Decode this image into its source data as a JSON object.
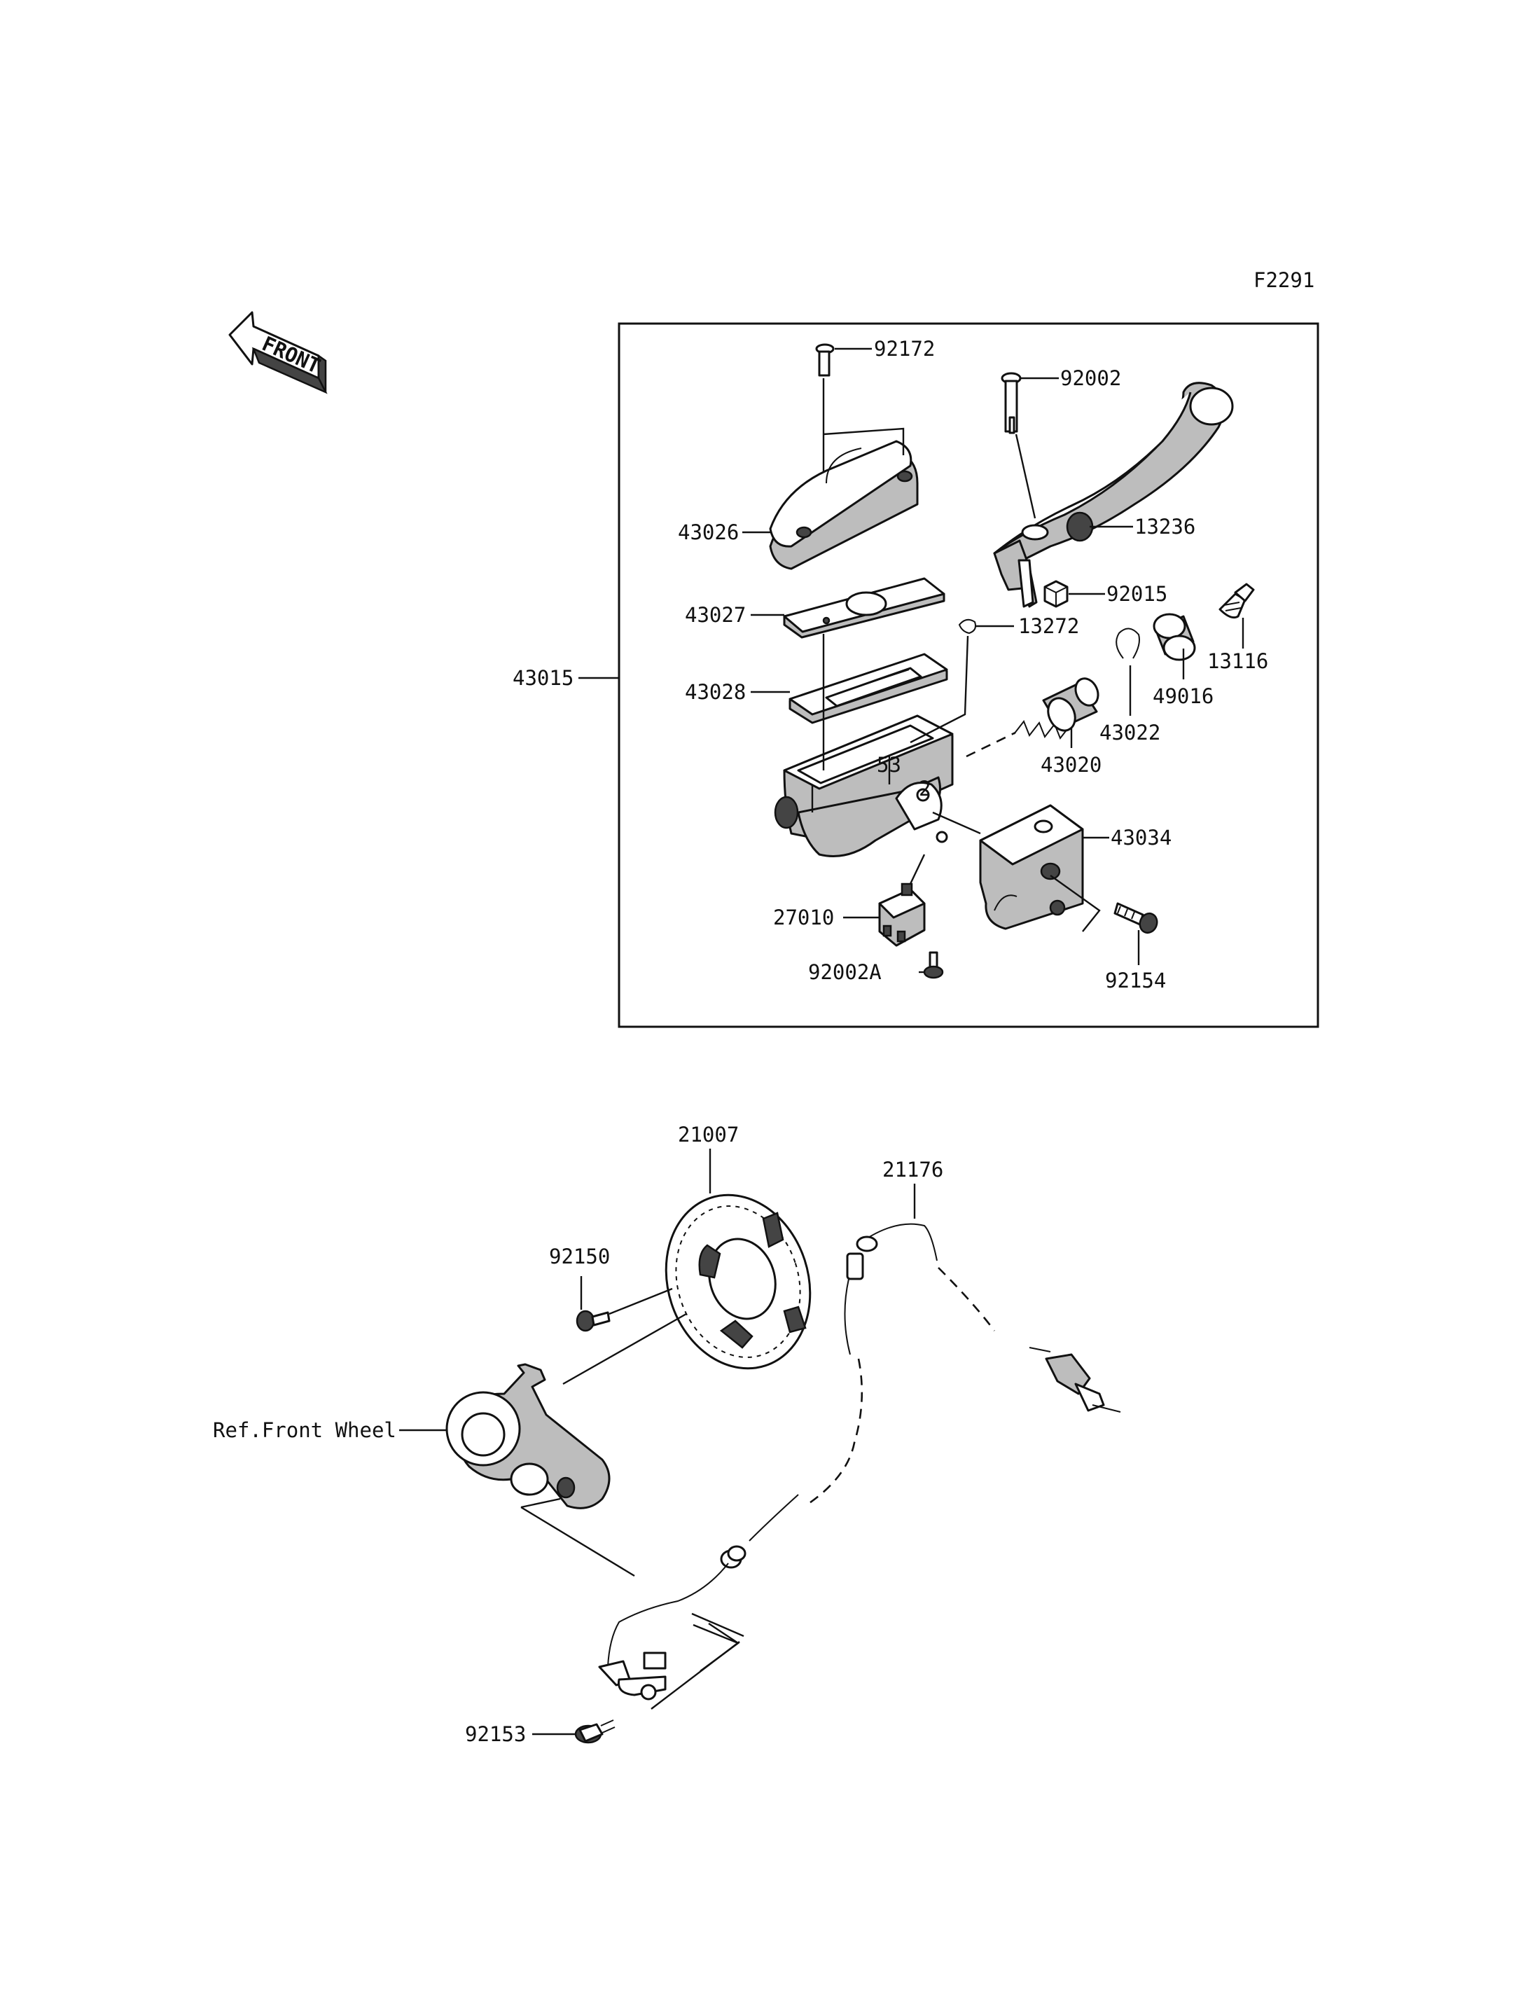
{
  "diagram_code": "F2291",
  "front_arrow_text": "FRONT",
  "labels": {
    "p92172": "92172",
    "p92002": "92002",
    "p43026": "43026",
    "p13236": "13236",
    "p43027": "43027",
    "p92015": "92015",
    "p13272": "13272",
    "p13116": "13116",
    "p43015": "43015",
    "p43028": "43028",
    "p49016": "49016",
    "p43022": "43022",
    "p43020": "43020",
    "p43034": "43034",
    "p27010": "27010",
    "p92002A": "92002A",
    "p92154": "92154",
    "p21007": "21007",
    "p21176": "21176",
    "p92150": "92150",
    "ref_front_wheel": "Ref.Front Wheel",
    "p92153": "92153"
  }
}
